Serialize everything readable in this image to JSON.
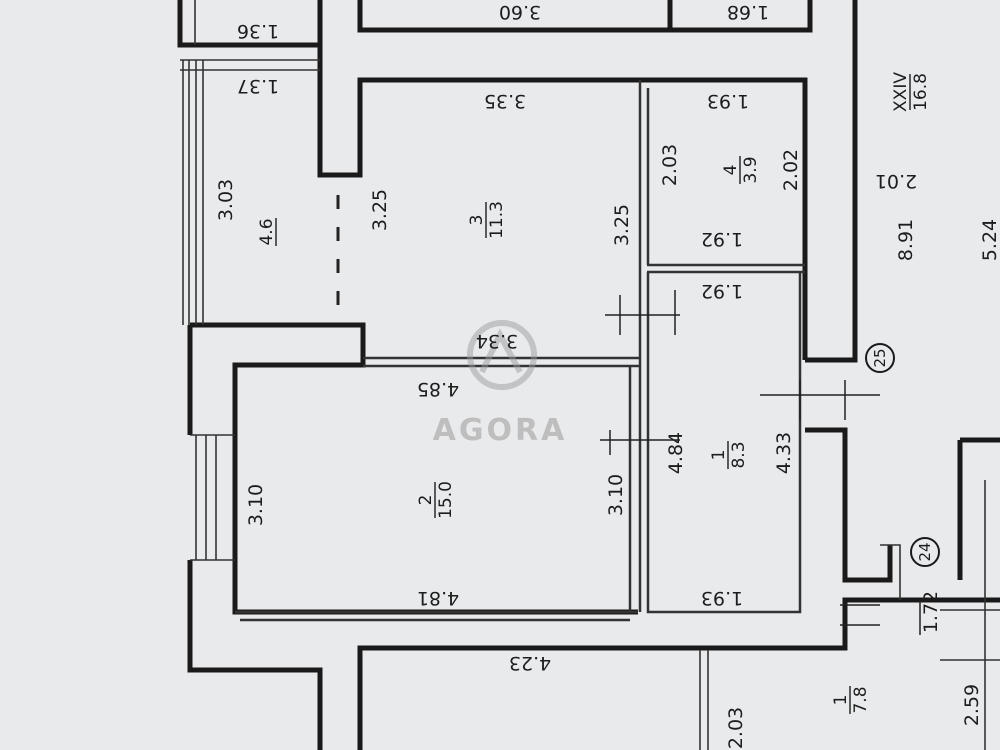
{
  "watermark": {
    "text": "AGORA"
  },
  "rooms": [
    {
      "number": "1",
      "area": "8.3"
    },
    {
      "number": "2",
      "area": "15.0"
    },
    {
      "number": "3",
      "area": "11.3"
    },
    {
      "number": "4",
      "area": "3.9"
    },
    {
      "area": "4.6"
    },
    {
      "number": "1",
      "area": "7.8"
    },
    {
      "number": "XXIV",
      "area": "16.8"
    }
  ],
  "dimensions": {
    "top_left": "1.36",
    "top_mid": "3.60",
    "top_right": "1.68",
    "balcony_top": "1.37",
    "balcony_len": "3.03",
    "balcony_inner": "3.25",
    "room3_top": "3.35",
    "room3_right": "3.25",
    "room3_bottom": "3.34",
    "room4_top": "1.93",
    "room4_left": "2.03",
    "room4_right": "2.02",
    "room4_bottom": "1.92",
    "room1_top": "1.92",
    "room1_left": "4.84",
    "room1_right": "4.33",
    "room1_bottom": "1.93",
    "room2_top": "4.85",
    "room2_left": "3.10",
    "room2_right": "3.10",
    "room2_bottom": "4.81",
    "bottom_width": "4.23",
    "bottom_left": "2.03",
    "corridor_small": "1.72",
    "right_a": "2.01",
    "right_b": "8.91",
    "right_c": "5.24",
    "right_d": "2.59"
  },
  "axes": [
    "25",
    "24"
  ]
}
